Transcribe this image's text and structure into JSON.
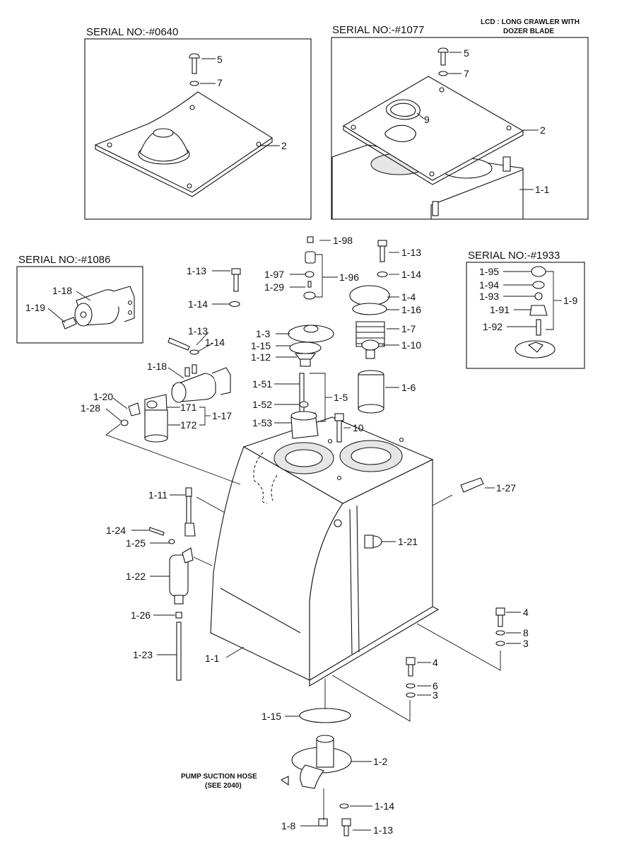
{
  "note": {
    "line1": "LCD : LONG CRAWLER WITH",
    "line2": "DOZER BLADE"
  },
  "panels": {
    "p0640": {
      "title": "SERIAL NO:-#0640"
    },
    "p1077": {
      "title": "SERIAL NO:-#1077"
    },
    "p1086": {
      "title": "SERIAL NO:-#1086"
    },
    "p1933": {
      "title": "SERIAL NO:-#1933"
    }
  },
  "callout": {
    "line1": "PUMP SUCTION HOSE",
    "line2": "(SEE 2040)"
  },
  "labels": [
    "5",
    "7",
    "2",
    "5",
    "7",
    "9",
    "2",
    "1-1",
    "1-18",
    "1-19",
    "1-95",
    "1-94",
    "1-93",
    "1-91",
    "1-92",
    "1-9",
    "1-98",
    "1-97",
    "1-29",
    "1-96",
    "1-13",
    "1-14",
    "1-3",
    "1-15",
    "1-12",
    "1-13",
    "1-14",
    "1-4",
    "1-16",
    "1-7",
    "1-10",
    "1-6",
    "1-13",
    "1-14",
    "1-18",
    "1-20",
    "1-28",
    "171",
    "172",
    "1-17",
    "1-51",
    "1-52",
    "1-53",
    "1-5",
    "10",
    "1-11",
    "1-24",
    "1-25",
    "1-22",
    "1-26",
    "1-23",
    "1-1",
    "1-27",
    "1-21",
    "4",
    "8",
    "3",
    "4",
    "6",
    "3",
    "1-15",
    "1-2",
    "1-14",
    "1-8",
    "1-13"
  ]
}
